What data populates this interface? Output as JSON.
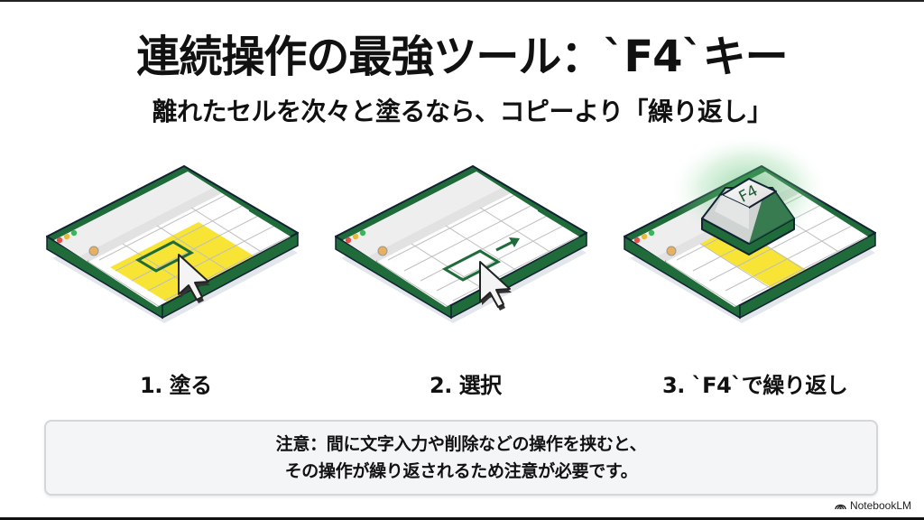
{
  "slide": {
    "title": "連続操作の最強ツール：`F4`キー",
    "subtitle": "離れたセルを次々と塗るなら、コピーより「繰り返し」"
  },
  "steps": [
    {
      "label": "1. 塗る",
      "illustration": "spreadsheet-fill-cell-with-cursor"
    },
    {
      "label": "2. 選択",
      "illustration": "spreadsheet-select-next-cell-with-arrow"
    },
    {
      "label": "3. `F4`で繰り返し",
      "illustration": "spreadsheet-f4-key-repeat",
      "key_label": "F4"
    }
  ],
  "note": {
    "line1": "注意：間に文字入力や削除などの操作を挟むと、",
    "line2": "その操作が繰り返されるため注意が必要です。"
  },
  "branding": {
    "name": "NotebookLM",
    "icon": "notebooklm-logo-icon"
  },
  "colors": {
    "frame_green": "#1f6b3a",
    "cell_yellow": "#f7e435",
    "selection_green": "#1f6b3a",
    "note_bg": "#f4f5f6",
    "note_border": "#d4d6d8",
    "traffic_red": "#e0524a",
    "traffic_yellow": "#e8b93a",
    "traffic_green": "#3cb55a"
  }
}
